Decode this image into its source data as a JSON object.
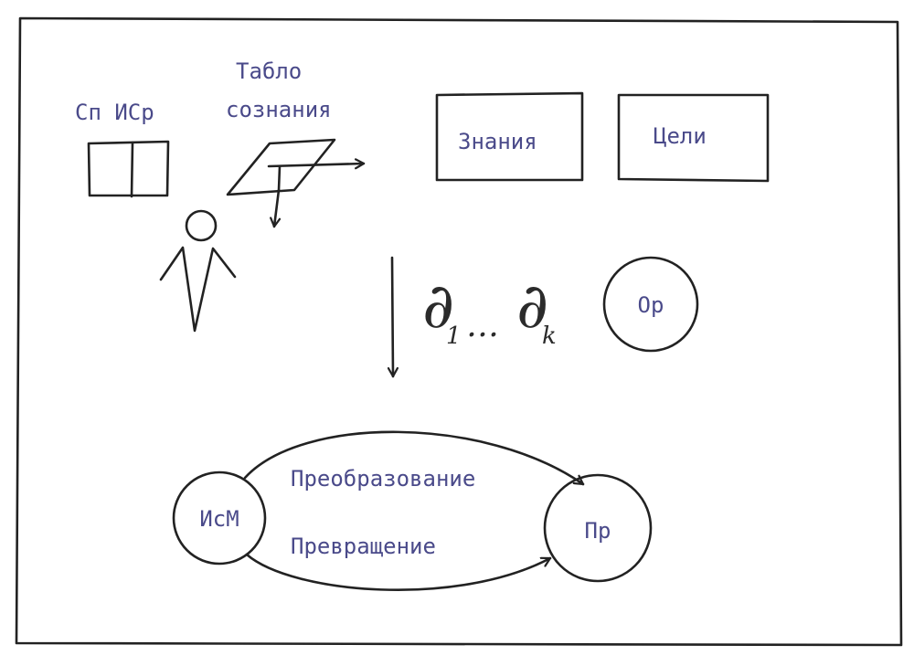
{
  "labels": {
    "sp_isr": "Сп ИСр",
    "tablo_line1": "Табло",
    "tablo_line2": "сознания",
    "znaniya": "Знания",
    "tseli": "Цели",
    "d_symbol": "∂",
    "sub_1": "1",
    "dots": "…",
    "sub_k": "k",
    "op": "Ор",
    "ism": "ИсМ",
    "pr": "Пр",
    "preobrazovanie": "Преобразование",
    "prevrashchenie": "Превращение"
  },
  "colors": {
    "ink": "#222222",
    "label": "#4a4a8a",
    "paper": "#ffffff"
  }
}
